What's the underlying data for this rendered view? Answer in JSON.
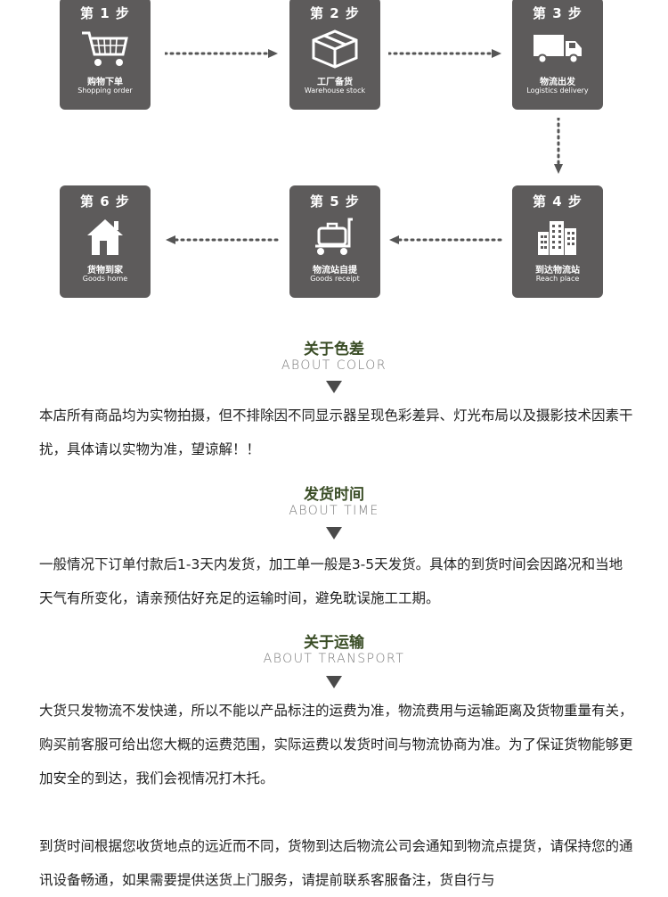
{
  "steps": [
    {
      "num": "第 1 步",
      "cn": "购物下单",
      "en": "Shopping order",
      "icon": "shopping-cart-icon"
    },
    {
      "num": "第 2 步",
      "cn": "工厂备货",
      "en": "Warehouse stock",
      "icon": "box-icon"
    },
    {
      "num": "第 3 步",
      "cn": "物流出发",
      "en": "Logistics delivery",
      "icon": "truck-icon"
    },
    {
      "num": "第 4 步",
      "cn": "到达物流站",
      "en": "Reach place",
      "icon": "buildings-icon"
    },
    {
      "num": "第 5 步",
      "cn": "物流站自提",
      "en": "Goods receipt",
      "icon": "luggage-cart-icon"
    },
    {
      "num": "第 6 步",
      "cn": "货物到家",
      "en": "Goods home",
      "icon": "house-icon"
    }
  ],
  "sections": [
    {
      "title": "关于色差",
      "subtitle": "ABOUT COLOR",
      "paragraphs": [
        "本店所有商品均为实物拍摄，但不排除因不同显示器呈现色彩差异、灯光布局以及摄影技术因素干扰，具体请以实物为准，望谅解！！"
      ]
    },
    {
      "title": "发货时间",
      "subtitle": "ABOUT TIME",
      "paragraphs": [
        "一般情况下订单付款后1-3天内发货，加工单一般是3-5天发货。具体的到货时间会因路况和当地天气有所变化，请亲预估好充足的运输时间，避免耽误施工工期。"
      ]
    },
    {
      "title": "关于运输",
      "subtitle": "ABOUT TRANSPORT",
      "paragraphs": [
        "大货只发物流不发快递，所以不能以产品标注的运费为准，物流费用与运输距离及货物重量有关，购买前客服可给出您大概的运费范围，实际运费以发货时间与物流协商为准。为了保证货物能够更加安全的到达，我们会视情况打木托。",
        "到货时间根据您收货地点的远近而不同，货物到达后物流公司会通知到物流点提货，请保持您的通讯设备畅通，如果需要提供送货上门服务，请提前联系客服备注，货自行与"
      ]
    }
  ],
  "colors": {
    "step_bg": "#5d5b5b",
    "title": "#3a4d26",
    "subtitle": "#777777",
    "arrow": "#555555"
  }
}
